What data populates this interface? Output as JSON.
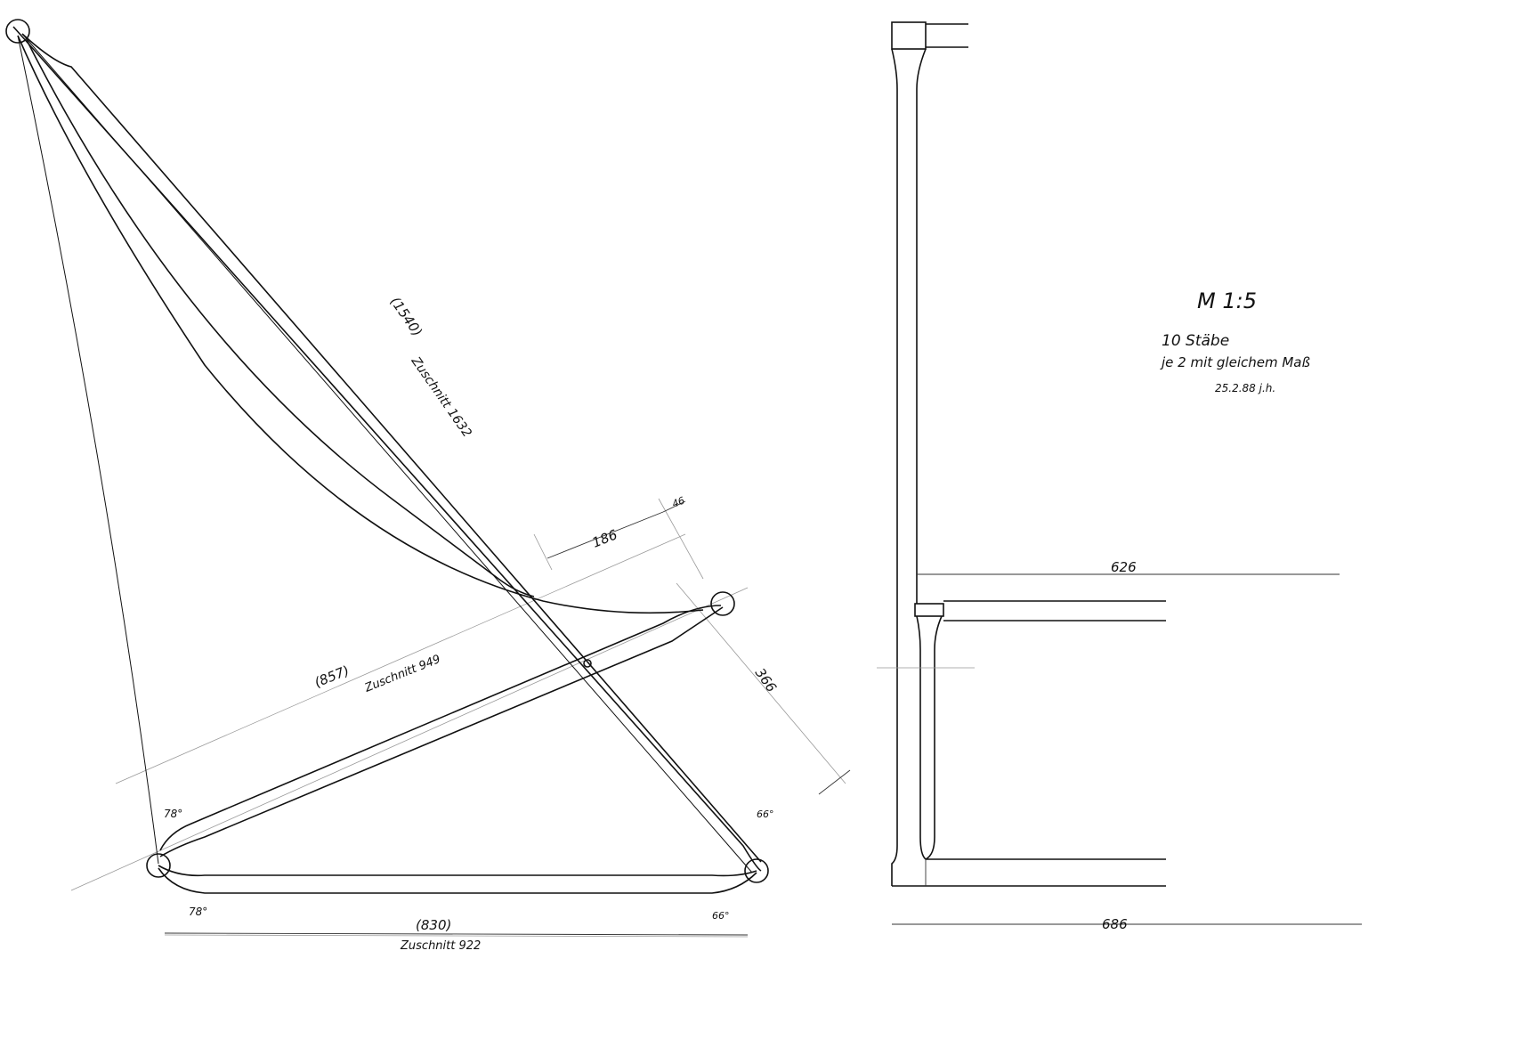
{
  "title_block": {
    "scale": "M 1:5",
    "note_line1": "10 Stäbe",
    "note_line2": "je 2 mit gleichem Maß",
    "note_line3": "25.2.88 j.h."
  },
  "side_view": {
    "long_bar_nominal": "(1540)",
    "long_bar_cut": "Zuschnitt 1632",
    "middle_bar_nominal": "(857)",
    "middle_bar_cut": "Zuschnitt 949",
    "bottom_bar_nominal": "(830)",
    "bottom_bar_cut": "Zuschnitt 922",
    "dim_186": "186",
    "dim_46": "46",
    "dim_366": "366",
    "angle_top_left": "78°",
    "angle_bottom_left": "78°",
    "angle_top_right": "66°",
    "angle_bottom_right": "66°"
  },
  "front_view": {
    "dim_upper": "626",
    "dim_lower": "686"
  }
}
